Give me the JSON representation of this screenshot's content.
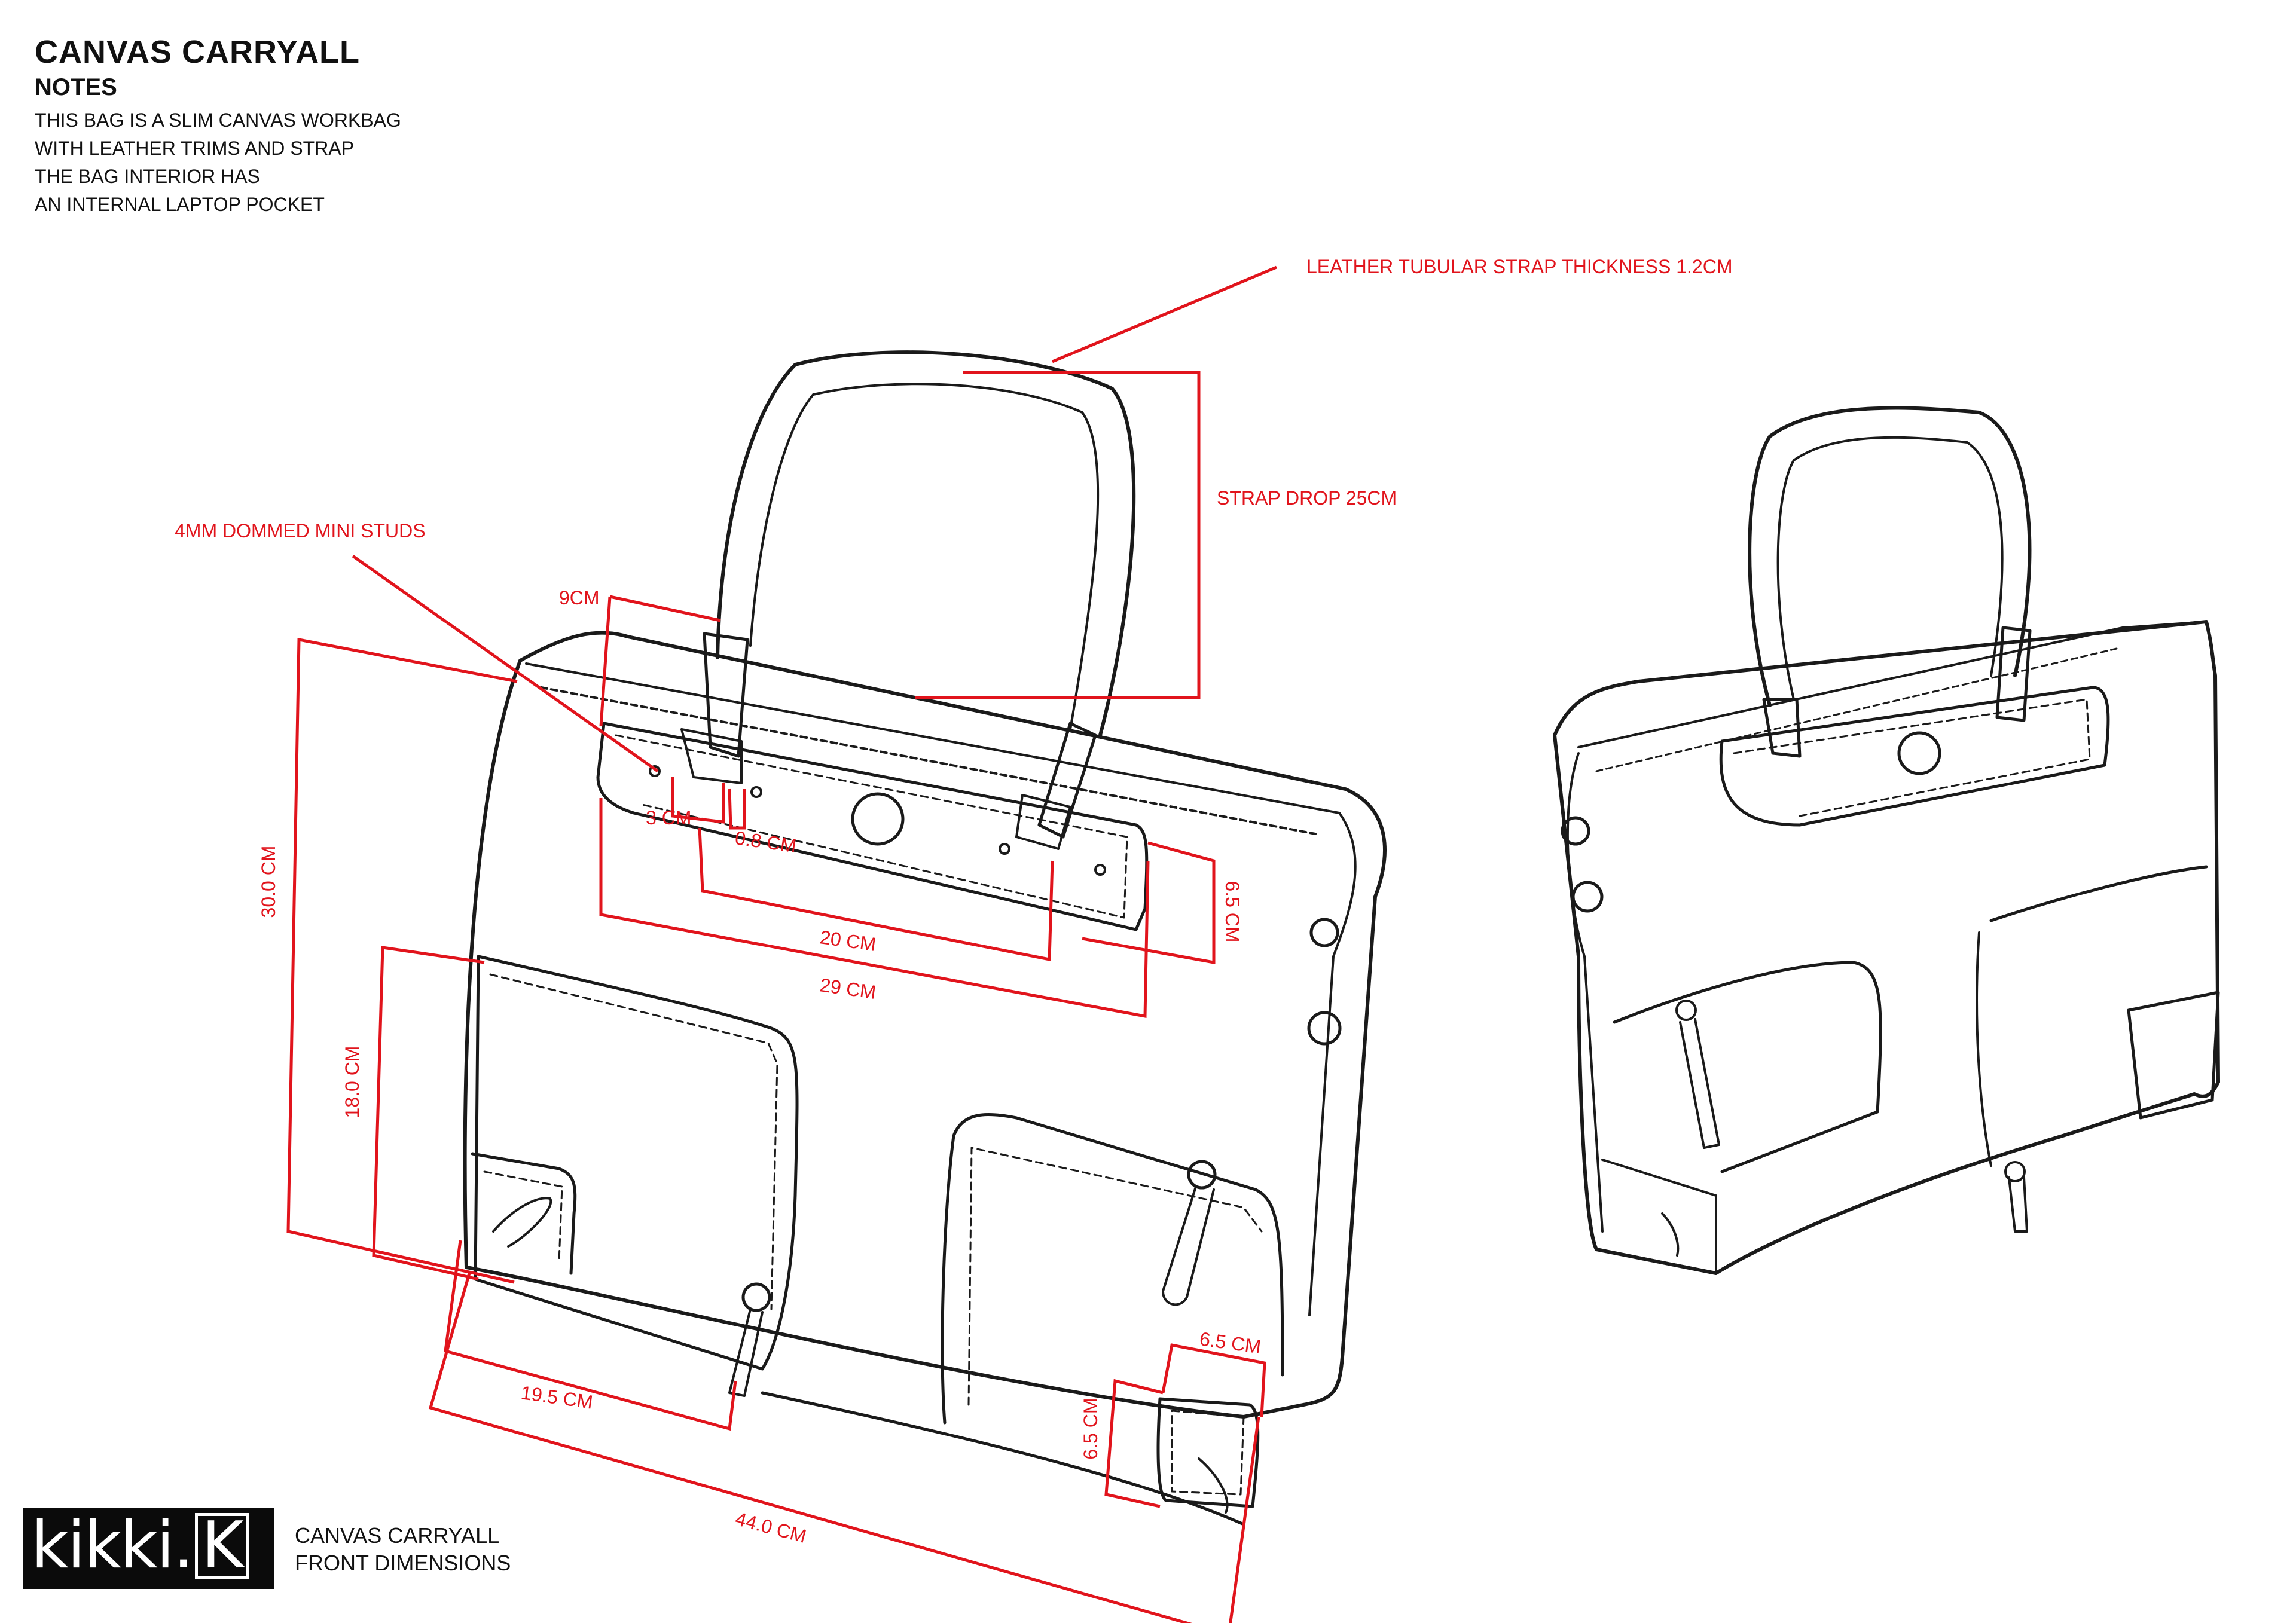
{
  "header": {
    "title": "CANVAS CARRYALL",
    "notes_heading": "NOTES",
    "notes": [
      "THIS BAG IS A  SLIM CANVAS WORKBAG",
      "WITH LEATHER TRIMS AND STRAP",
      "THE BAG INTERIOR HAS",
      "AN INTERNAL LAPTOP POCKET"
    ]
  },
  "callouts": {
    "strap_thickness": "LEATHER TUBULAR STRAP THICKNESS 1.2CM",
    "strap_drop": "STRAP DROP 25CM",
    "studs": "4MM DOMMED MINI STUDS"
  },
  "dimensions": {
    "tab_width": "9CM",
    "stud_spacing_a": "3 CM",
    "stud_spacing_b": "0.8 CM",
    "panel_inner": "20 CM",
    "panel_outer": "29 CM",
    "panel_height": "6.5 CM",
    "bag_height": "30.0 CM",
    "pocket_height": "18.0 CM",
    "pocket_width": "19.5 CM",
    "bag_width": "44.0 CM",
    "corner_width": "6.5 CM",
    "corner_height": "6.5 CM"
  },
  "logo": {
    "word": "kikki.",
    "letter": "K"
  },
  "footer": {
    "line1": "CANVAS CARRYALL",
    "line2": "FRONT DIMENSIONS"
  },
  "colors": {
    "annotation": "#e1141c",
    "ink": "#1a1a1a"
  }
}
